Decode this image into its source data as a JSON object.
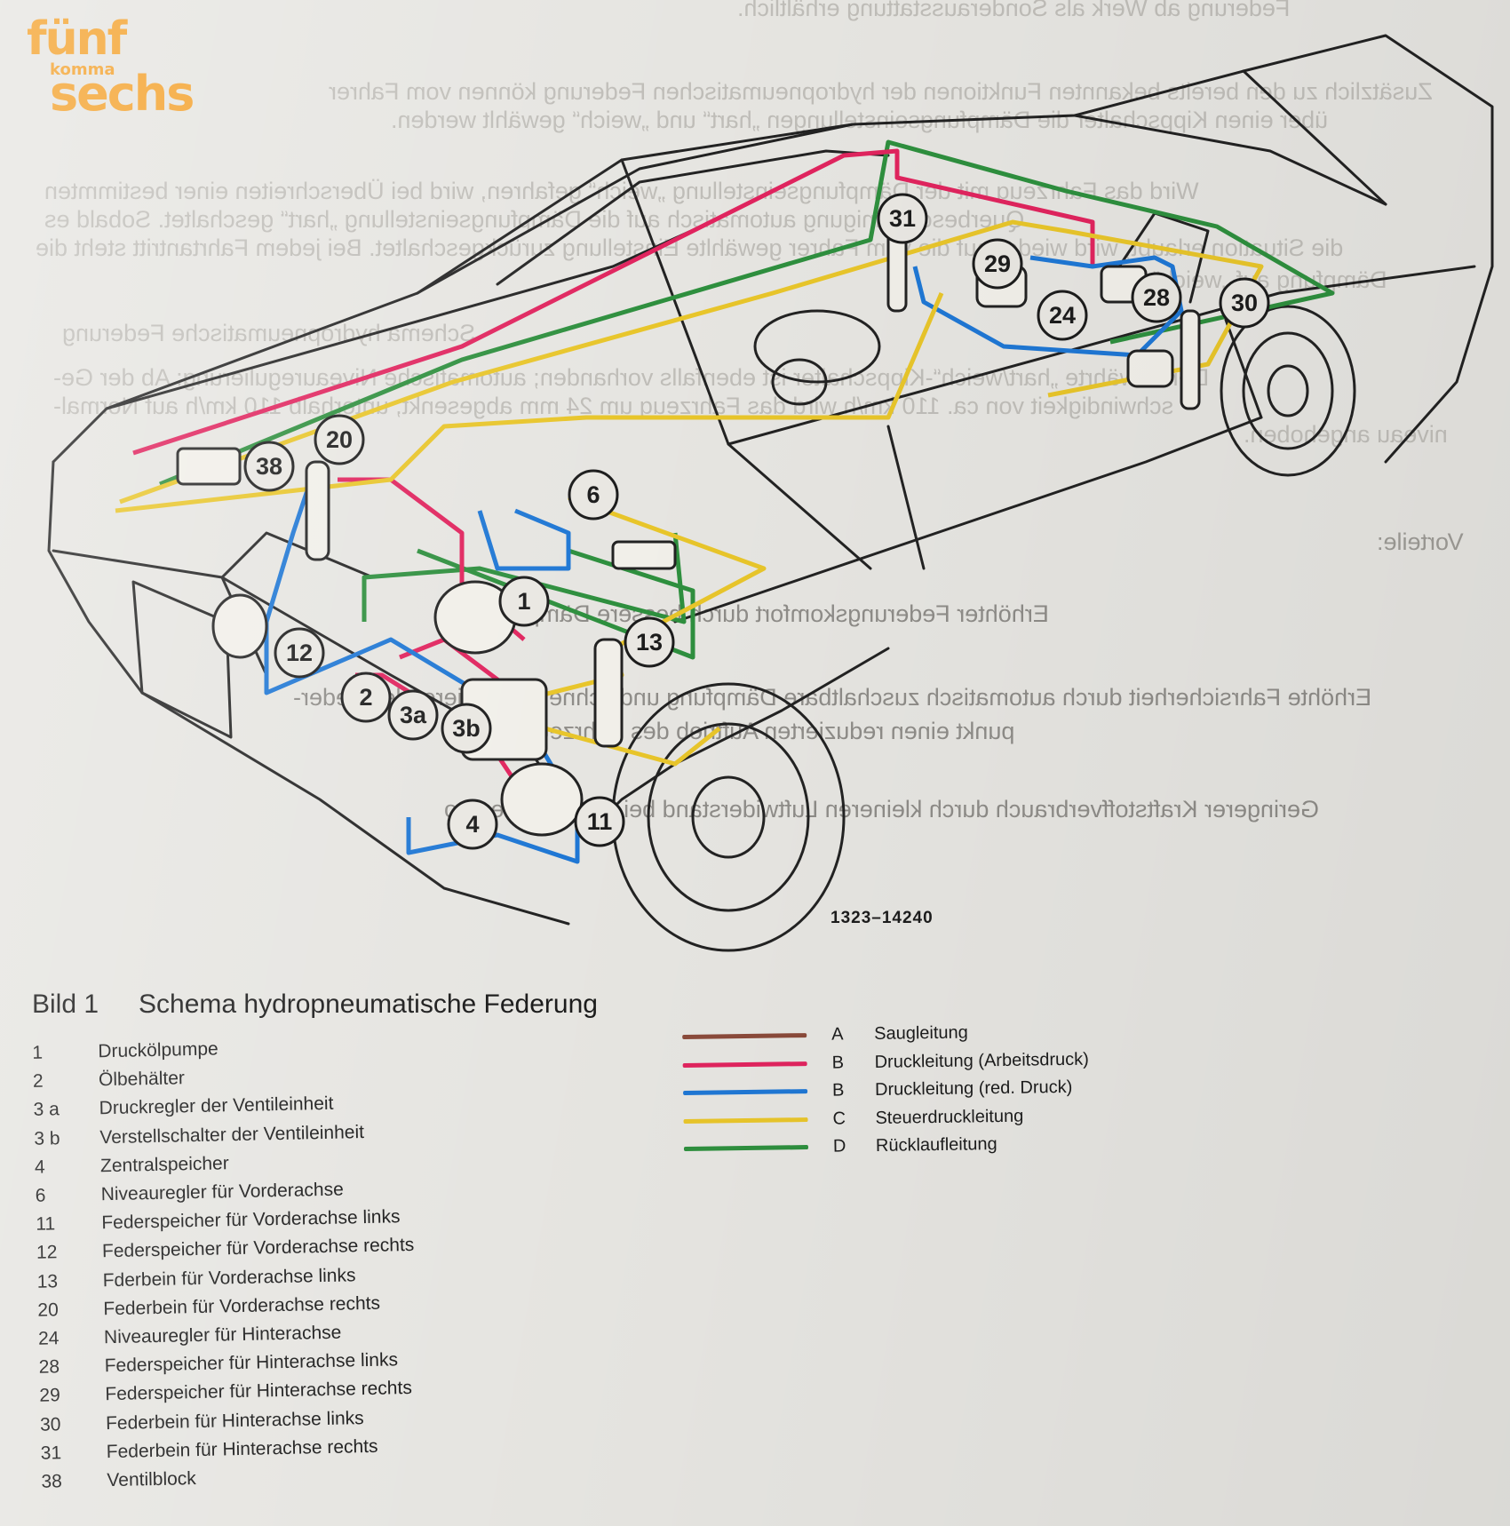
{
  "logo": {
    "line1": "fünf",
    "line2": "komma",
    "line3": "sechs"
  },
  "drawing_number": "1323–14240",
  "caption": {
    "key": "Bild 1",
    "title": "Schema hydropneumatische Federung"
  },
  "components": [
    {
      "num": "1",
      "label": "Druckölpumpe"
    },
    {
      "num": "2",
      "label": "Ölbehälter"
    },
    {
      "num": "3 a",
      "label": "Druckregler der Ventileinheit"
    },
    {
      "num": "3 b",
      "label": "Verstellschalter der Ventileinheit"
    },
    {
      "num": "4",
      "label": "Zentralspeicher"
    },
    {
      "num": "6",
      "label": "Niveauregler für Vorderachse"
    },
    {
      "num": "11",
      "label": "Federspeicher für Vorderachse links"
    },
    {
      "num": "12",
      "label": "Federspeicher für Vorderachse rechts"
    },
    {
      "num": "13",
      "label": "Fderbein für Vorderachse links"
    },
    {
      "num": "20",
      "label": "Federbein für Vorderachse rechts"
    },
    {
      "num": "24",
      "label": "Niveauregler für Hinterachse"
    },
    {
      "num": "28",
      "label": "Federspeicher für Hinterachse links"
    },
    {
      "num": "29",
      "label": "Federspeicher für Hinterachse rechts"
    },
    {
      "num": "30",
      "label": "Federbein für Hinterachse links"
    },
    {
      "num": "31",
      "label": "Federbein für Hinterachse rechts"
    },
    {
      "num": "38",
      "label": "Ventilblock"
    }
  ],
  "line_legend": [
    {
      "letter": "A",
      "label": "Saugleitung",
      "color": "#8a4a3a"
    },
    {
      "letter": "B",
      "label": "Druckleitung (Arbeitsdruck)",
      "color": "#e0245e"
    },
    {
      "letter": "B",
      "label": "Druckleitung (red. Druck)",
      "color": "#1f77d4"
    },
    {
      "letter": "C",
      "label": "Steuerdruckleitung",
      "color": "#e8c52a"
    },
    {
      "letter": "D",
      "label": "Rücklaufleitung",
      "color": "#2e8f3e"
    }
  ],
  "diagram_labels": [
    "1",
    "2",
    "3a",
    "3b",
    "4",
    "6",
    "11",
    "12",
    "13",
    "20",
    "24",
    "28",
    "29",
    "30",
    "31",
    "38"
  ],
  "bleed_through_text": [
    "Federung ab Werk als Sonderausstattung erhältlich.",
    "Zusätzlich zu den bereits bekannten Funktionen der hydropneumatischen Federung können vom Fahrer",
    "über einen Kippschalter die Dämpfungseinstellungen „hart“ und „weich“ gewählt werden.",
    "Wird das Fahrzeug mit der Dämpfungseinstellung „weich“ gefahren, wird bei Überschreiten einer bestimmten",
    "Querbeschleunigung automatisch auf die Dämpfungseinstellung „hart“ geschaltet. Sobald es",
    "die Situation erlaubt, wird wieder auf die vom Fahrer gewählte Einstellung zurückgeschaltet. Bei jedem Fahrtantritt steht die",
    "Dämpfung auf „weich“.",
    "Schema hydropneumatische Federung",
    "Der bewährte „hart/weich“-Kippschalter ist ebenfalls vorhanden; automatische Niveauregulierung: Ab der Ge-",
    "schwindigkeit von ca. 110 km/h wird das Fahrzeug um 24 mm abgesenkt, unterhalb 110 km/h auf Normal-",
    "niveau angehoben.",
    "Vorteile:",
    "Erhöhter Federungskomfort durch bessere Dämpfung",
    "Erhöhte Fahrsicherheit durch automatisch zuschaltbare Dämpfung und schneller reagierendes Feder-",
    "punkt einen reduzierten Auftrieb des Fahrzeuges",
    "Geringerer Kraftstoffverbrauch durch kleineren Luftwiderstand bei höherem Tempo"
  ]
}
